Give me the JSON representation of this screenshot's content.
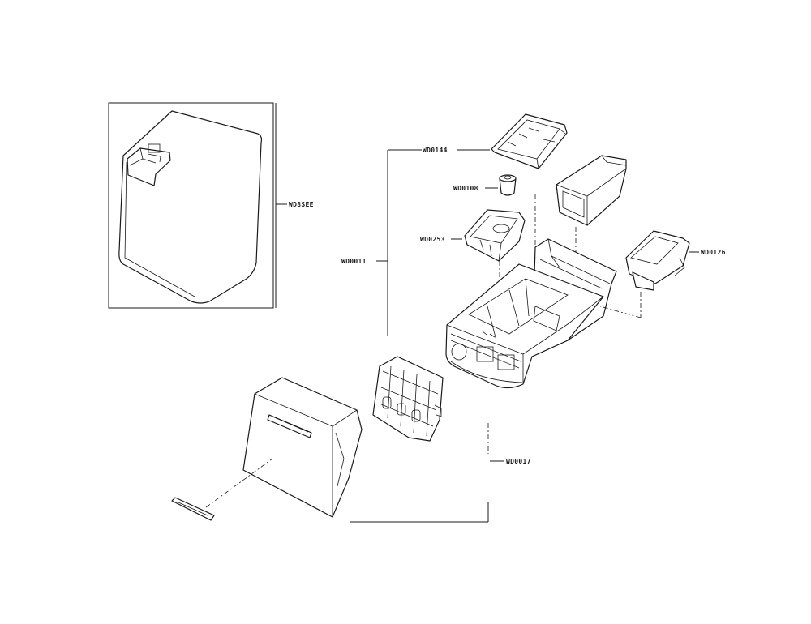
{
  "labels": {
    "dc97_assy": "WD8SEE",
    "wd0144": "WD0144",
    "wd0108": "WD0108",
    "wd0253": "WD0253",
    "wd0011": "WD0011",
    "wd0126": "WD0126",
    "wd0017": "WD0017"
  }
}
